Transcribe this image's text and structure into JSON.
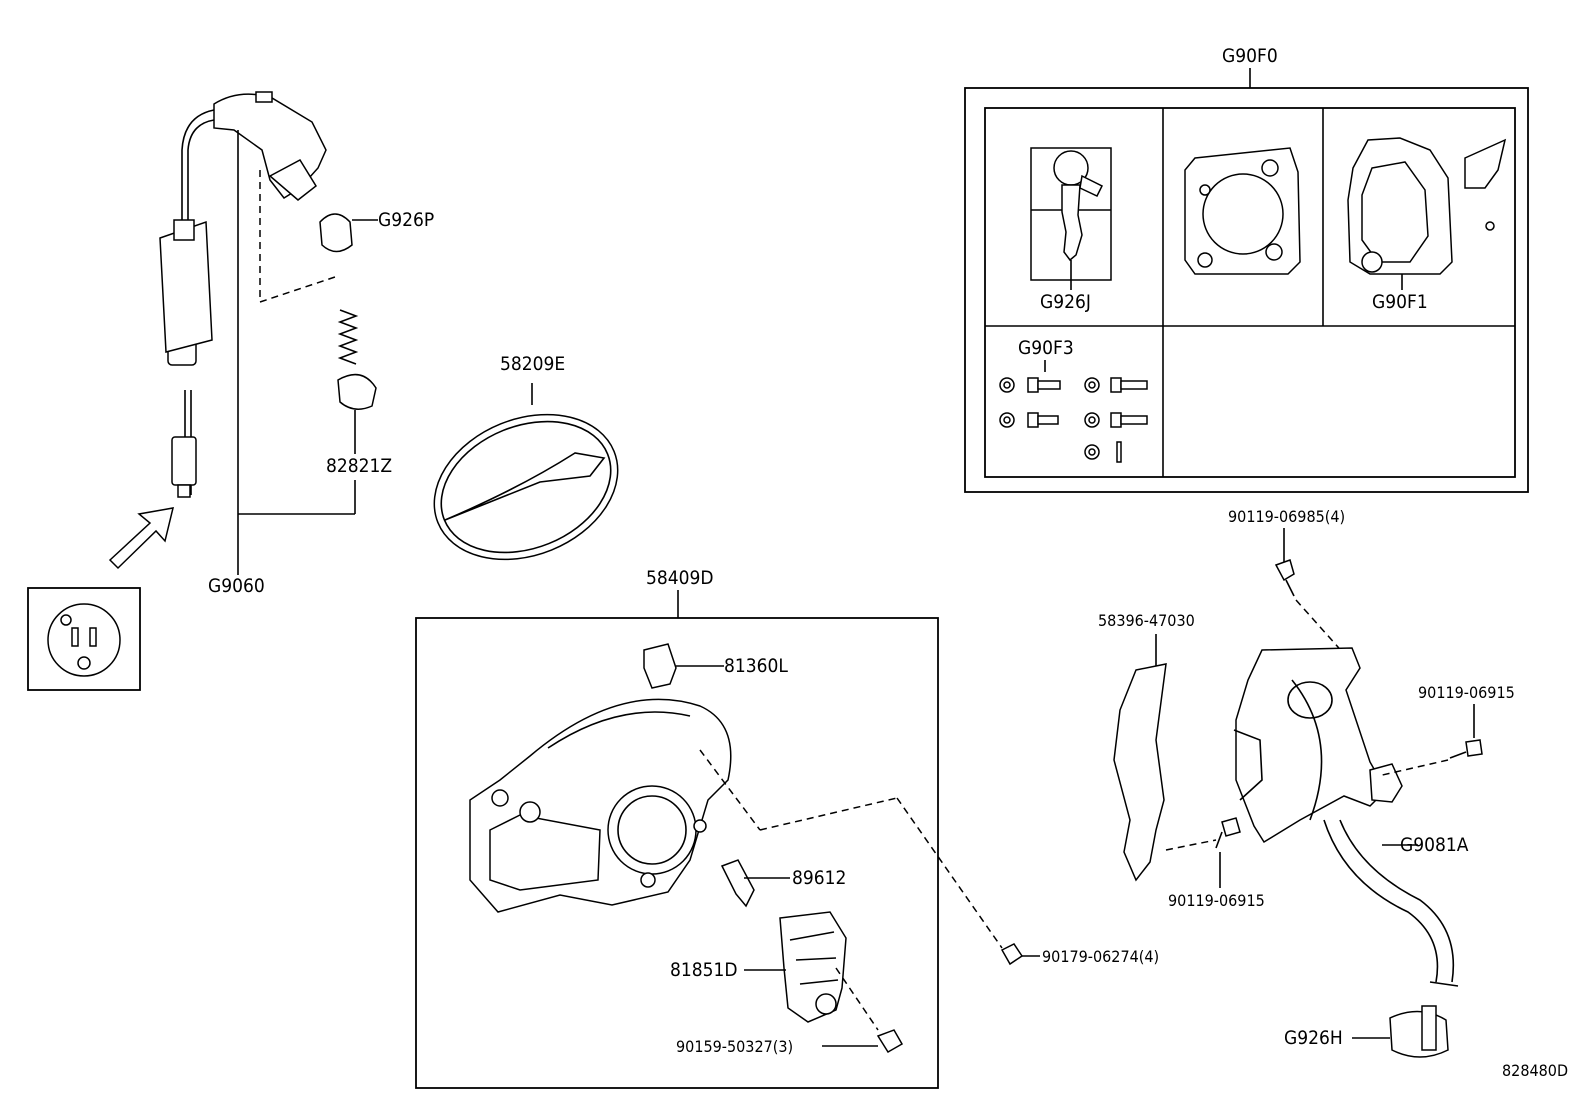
{
  "diagram_id": "828480D",
  "labels": {
    "g90f0": "G90F0",
    "g926j": "G926J",
    "g90f1": "G90F1",
    "g90f3": "G90F3",
    "g926p": "G926P",
    "p82821z": "82821Z",
    "g9060": "G9060",
    "p58209e": "58209E",
    "p58409d": "58409D",
    "p81360l": "81360L",
    "p89612": "89612",
    "p81851d": "81851D",
    "p90159": "90159-50327(3)",
    "p90179": "90179-06274(4)",
    "p90119_06985": "90119-06985(4)",
    "p58396": "58396-47030",
    "p90119_06915_a": "90119-06915",
    "p90119_06915_b": "90119-06915",
    "g9081a": "G9081A",
    "g926h": "G926H"
  }
}
